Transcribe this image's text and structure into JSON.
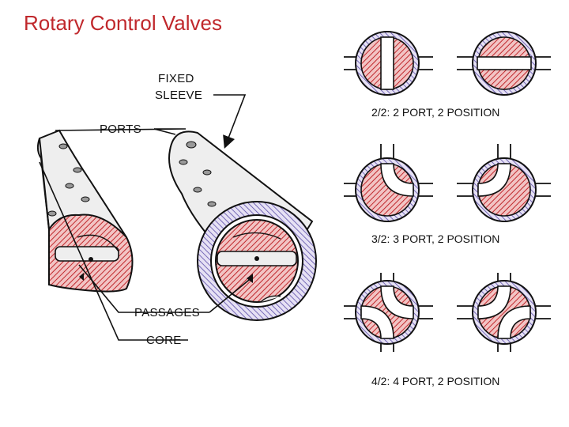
{
  "slide": {
    "title": "Rotary Control Valves",
    "captions": [
      "2/2: 2 PORT, 2 POSITION",
      "3/2: 3 PORT, 2 POSITION",
      "4/2: 4 PORT, 2 POSITION"
    ]
  },
  "diagram_labels": {
    "fixed_sleeve_line1": "FIXED",
    "fixed_sleeve_line2": "SLEEVE",
    "ports": "PORTS",
    "passages": "PASSAGES",
    "core": "CORE"
  },
  "colors": {
    "title": "#c0282c",
    "core_hatch": "#c0282c",
    "core_fill": "#f2c4c4",
    "sleeve_hatch": "#5a4ca8",
    "sleeve_fill": "#e6e1f4",
    "outline": "#111111"
  }
}
